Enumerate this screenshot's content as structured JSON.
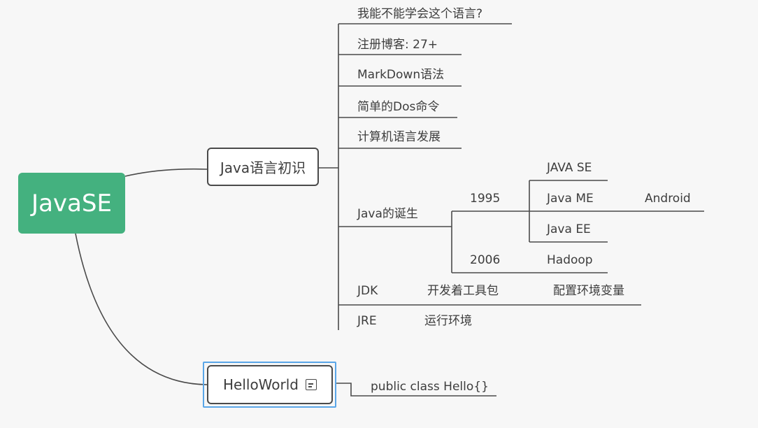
{
  "root": {
    "label": "JavaSE"
  },
  "colors": {
    "root_fill": "#44b17f",
    "line": "#4a4a4a",
    "selection": "#5aa6e8"
  },
  "topic_java_intro": {
    "label": "Java语言初识",
    "children": [
      "我能不能学会这个语言?",
      "注册博客:  27+",
      "MarkDown语法",
      "简单的Dos命令",
      "计算机语言发展"
    ],
    "birth": {
      "label": "Java的诞生",
      "year_1995": {
        "label": "1995",
        "children": [
          "JAVA SE",
          "Java ME",
          "Java EE"
        ],
        "me_child": "Android"
      },
      "year_2006": {
        "label": "2006",
        "child": "Hadoop"
      }
    },
    "jdk": {
      "label": "JDK",
      "child": "开发着工具包",
      "grandchild": "配置环境变量"
    },
    "jre": {
      "label": "JRE",
      "child": "运行环境"
    }
  },
  "topic_helloworld": {
    "label": "HelloWorld",
    "note_icon": "note-icon",
    "child": "public class Hello{}"
  }
}
